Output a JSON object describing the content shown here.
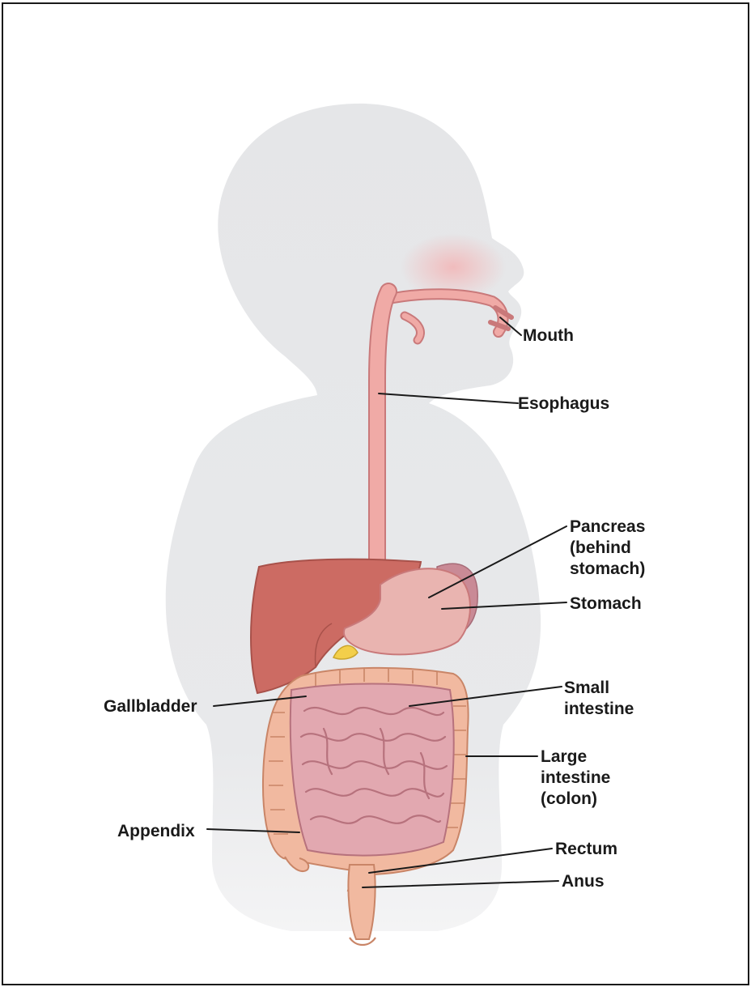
{
  "diagram": {
    "labels": {
      "mouth": "Mouth",
      "esophagus": "Esophagus",
      "pancreas_1": "Pancreas",
      "pancreas_2": "(behind",
      "pancreas_3": "stomach)",
      "stomach": "Stomach",
      "small_intestine_1": "Small",
      "small_intestine_2": "intestine",
      "large_intestine_1": "Large",
      "large_intestine_2": "intestine",
      "large_intestine_3": "(colon)",
      "gallbladder": "Gallbladder",
      "appendix": "Appendix",
      "rectum": "Rectum",
      "anus": "Anus"
    },
    "colors": {
      "body_silhouette": "#e5e6e8",
      "tract": "#f0aaa6",
      "tract_outline": "#c9797a",
      "liver": "#cc6b63",
      "stomach": "#e9b4b0",
      "pancreas": "#c98a96",
      "gallbladder": "#f3cf4a",
      "small_intestine": "#e2a8b0",
      "large_intestine": "#f1b9a0",
      "leader_lines": "#1a1a1a",
      "label_text": "#1a1a1a"
    }
  }
}
